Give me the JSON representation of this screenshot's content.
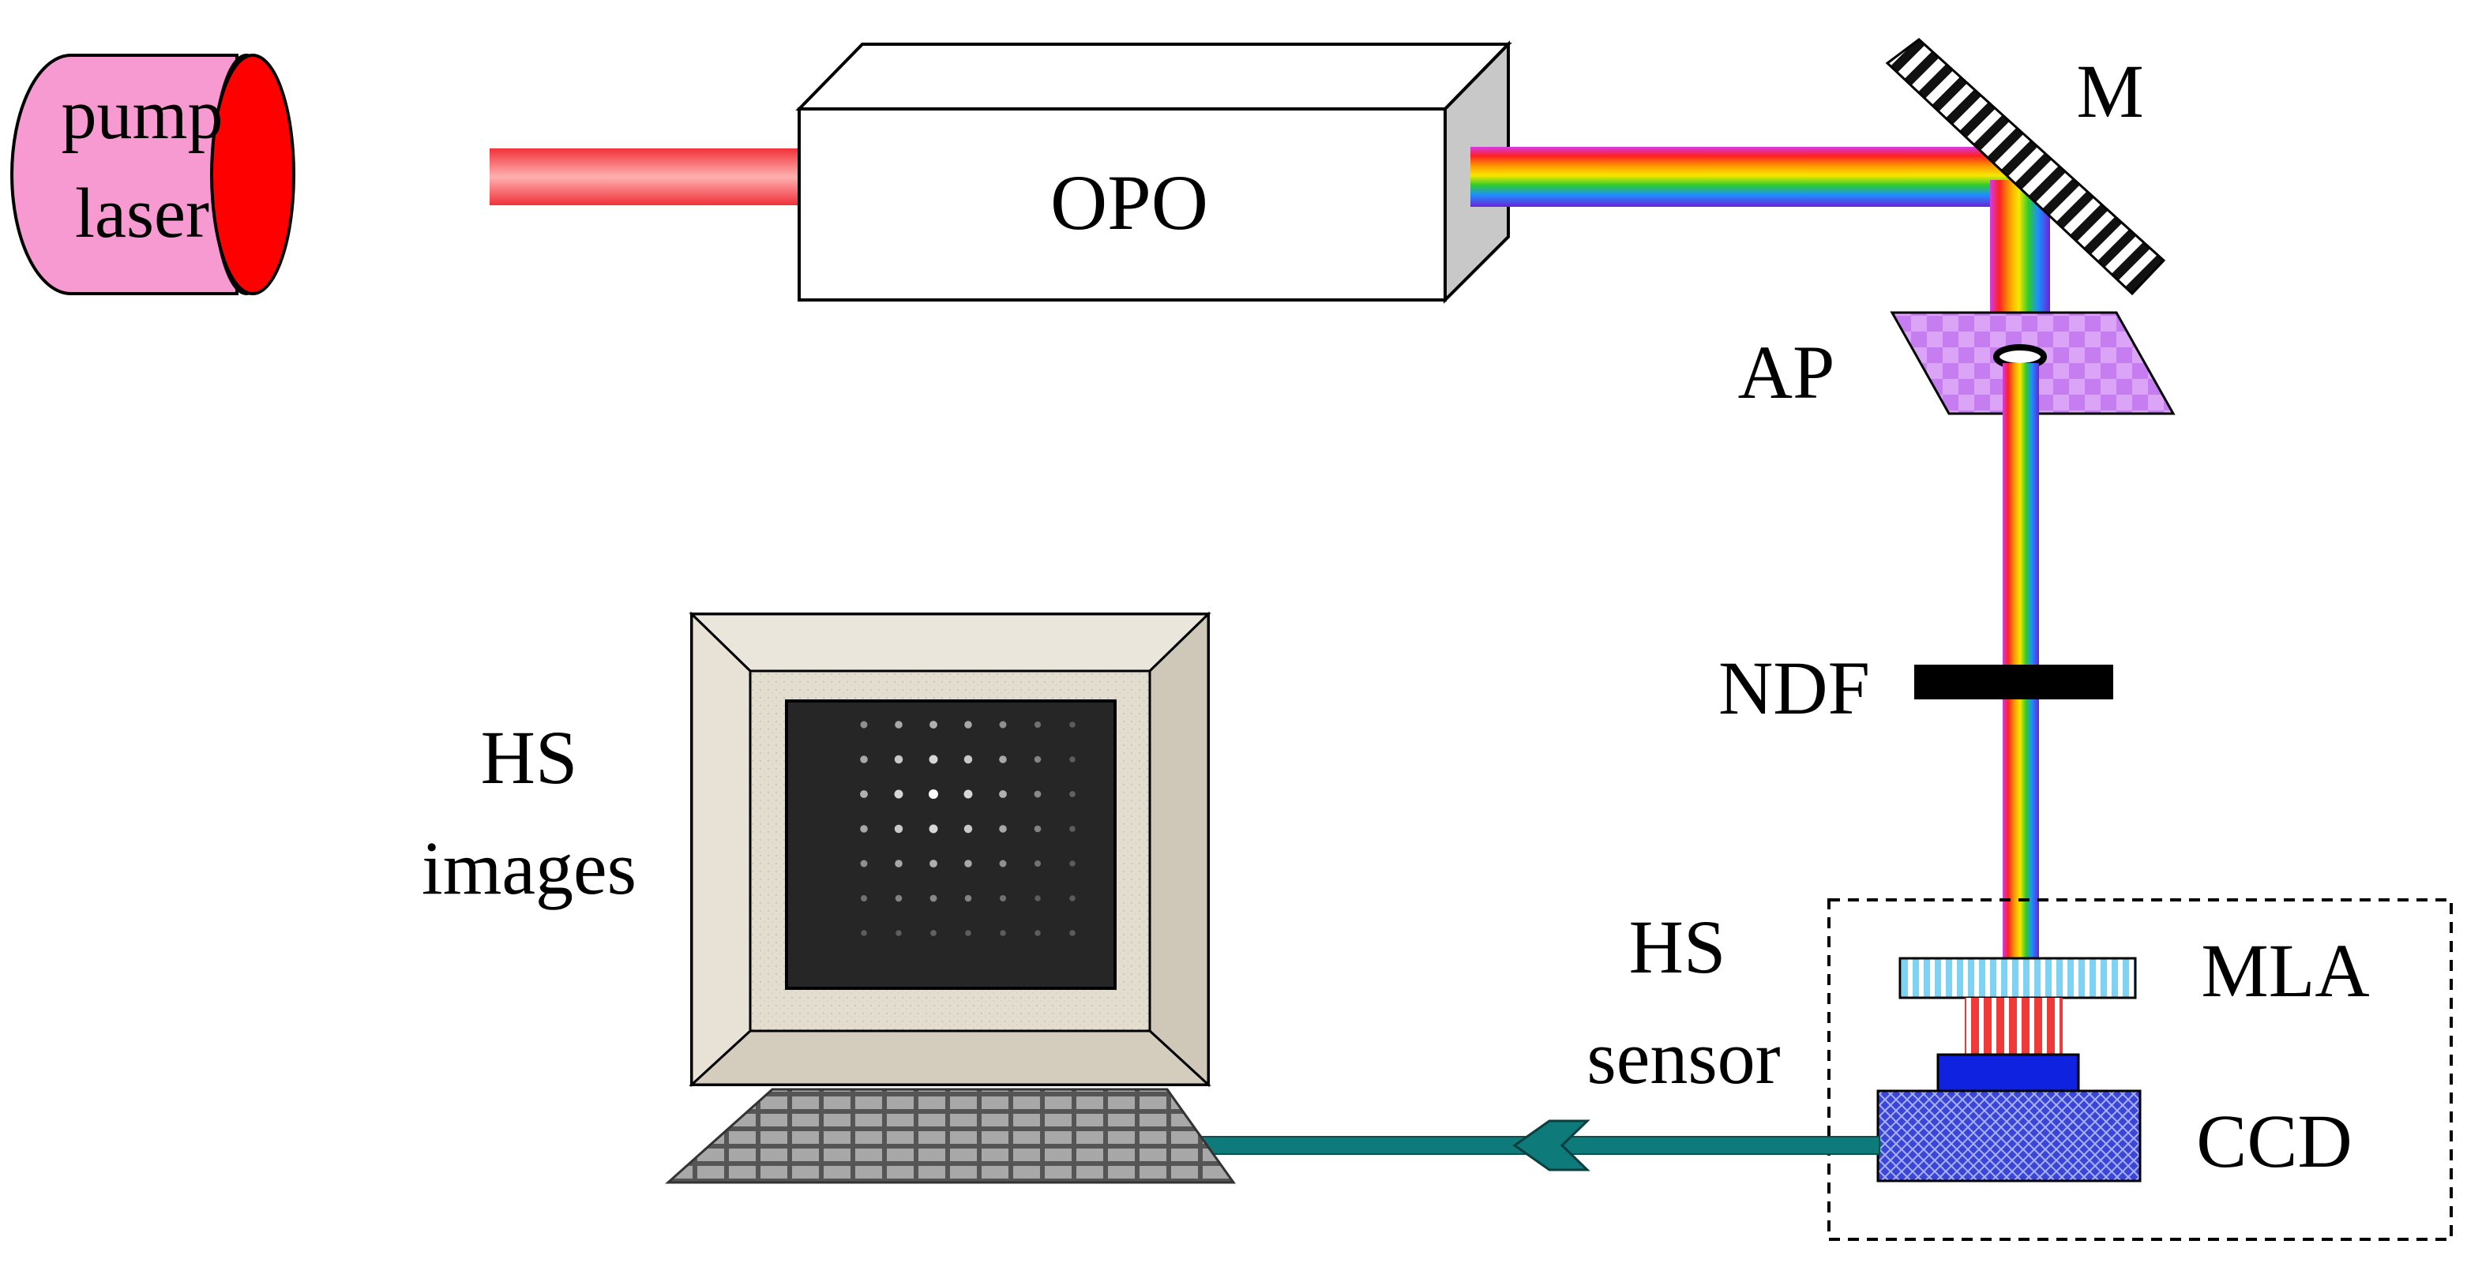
{
  "labels": {
    "pump_laser_line1": "pump",
    "pump_laser_line2": "laser",
    "opo": "OPO",
    "mirror": "M",
    "aperture": "AP",
    "ndf": "NDF",
    "hs_images_line1": "HS",
    "hs_images_line2": "images",
    "hs_sensor_line1": "HS",
    "hs_sensor_line2": "sensor",
    "mla": "MLA",
    "ccd": "CCD"
  },
  "colors": {
    "laser_body": "#f79ad1",
    "laser_face": "#ff0000",
    "pump_beam": "#f0323a",
    "aperture_fill": "#d89cf5",
    "mla_fill": "#9fe1f5",
    "ccd_top": "#0f22e0",
    "ccd_fill": "#3e49d8",
    "cable": "#0f7a7a",
    "monitor_frame": "#e4ded3",
    "screen": "#262626"
  },
  "icons": {
    "pump_laser": "cylinder-laser-icon",
    "opo": "box-icon",
    "mirror": "hatched-mirror-icon",
    "aperture": "aperture-plate-icon",
    "ndf": "filter-bar-icon",
    "monitor": "computer-monitor-icon",
    "keyboard": "keyboard-icon",
    "arrow": "arrow-left-icon"
  }
}
